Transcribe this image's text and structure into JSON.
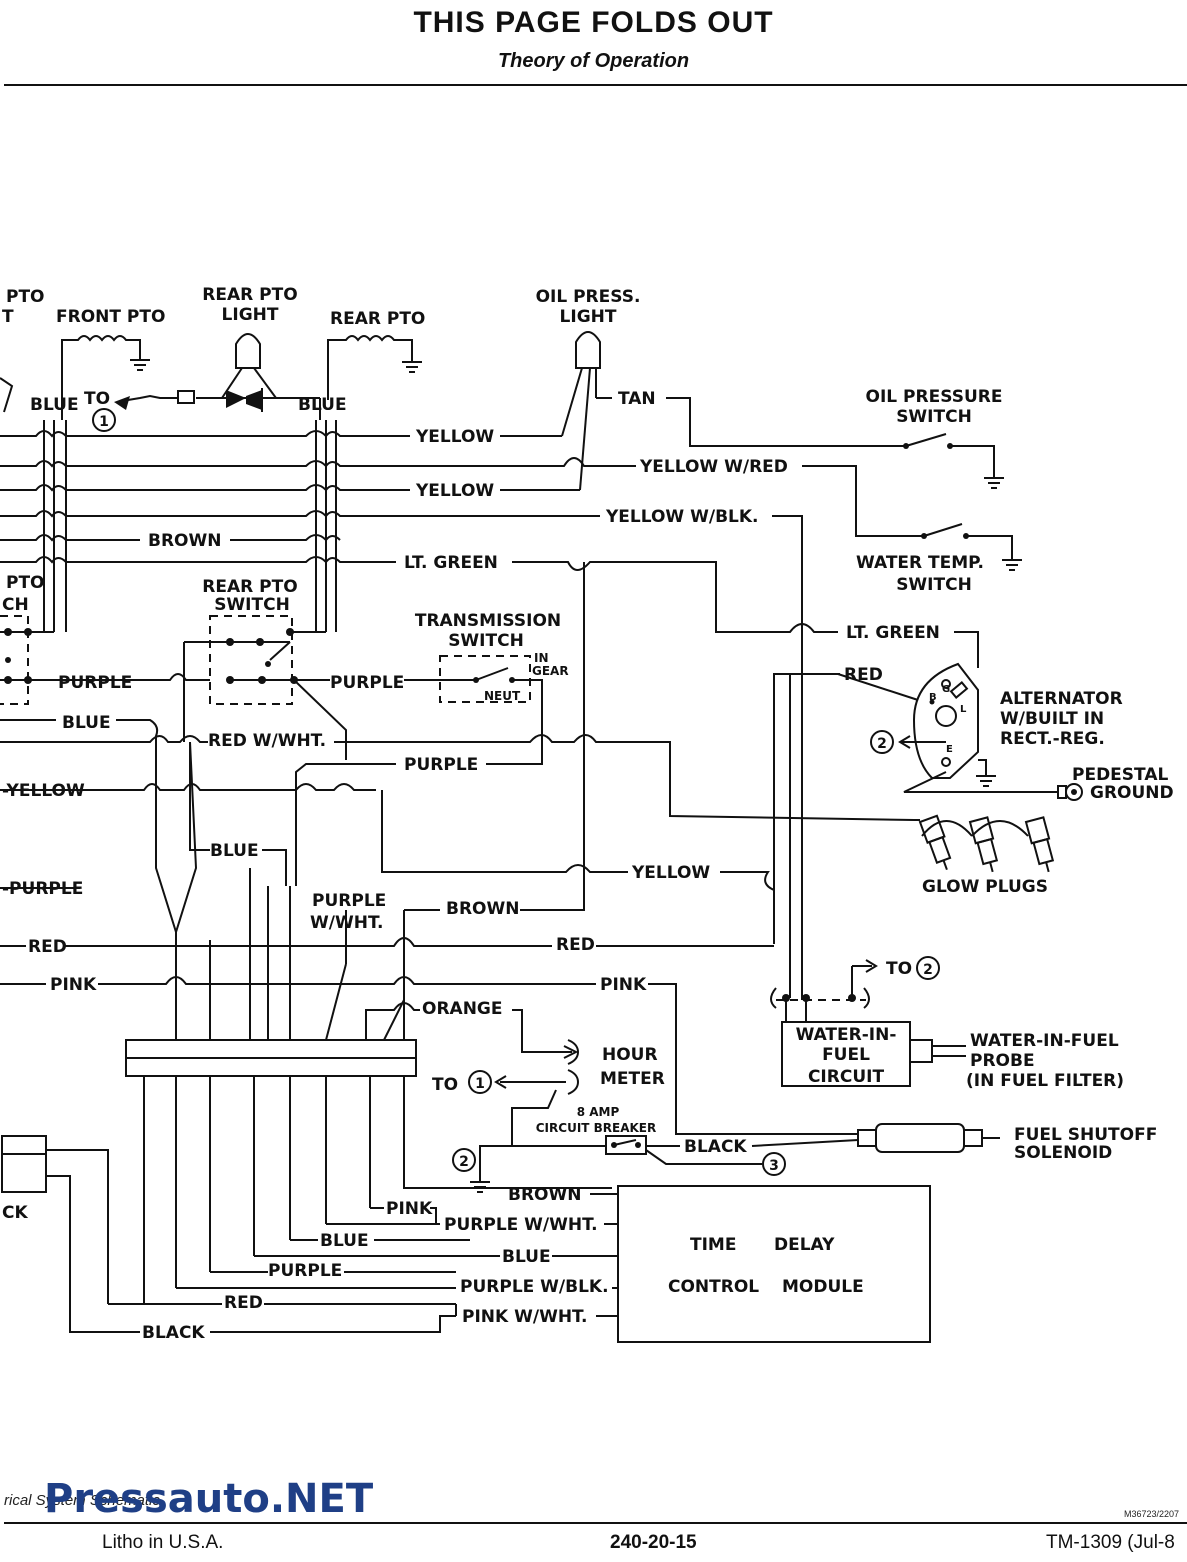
{
  "header": {
    "title": "THIS PAGE FOLDS OUT",
    "subtitle": "Theory of Operation"
  },
  "components": {
    "front_pto_left": "PTO",
    "front_pto_left2": "T",
    "front_pto": "FRONT PTO",
    "rear_pto_light_1": "REAR PTO",
    "rear_pto_light_2": "LIGHT",
    "rear_pto": "REAR PTO",
    "oil_press_light_1": "OIL PRESS.",
    "oil_press_light_2": "LIGHT",
    "oil_pressure_switch_1": "OIL PRESSURE",
    "oil_pressure_switch_2": "SWITCH",
    "water_temp_switch_1": "WATER TEMP.",
    "water_temp_switch_2": "SWITCH",
    "pto_switch_left_1": "PTO",
    "pto_switch_left_2": "CH",
    "rear_pto_switch_1": "REAR PTO",
    "rear_pto_switch_2": "SWITCH",
    "transmission_switch_1": "TRANSMISSION",
    "transmission_switch_2": "SWITCH",
    "in_gear_1": "IN",
    "in_gear_2": "GEAR",
    "neut": "NEUT",
    "alternator_1": "ALTERNATOR",
    "alternator_2": "W/BUILT IN",
    "alternator_3": "RECT.-REG.",
    "pedestal_ground_1": "PEDESTAL",
    "pedestal_ground_2": "GROUND",
    "glow_plugs": "GLOW PLUGS",
    "water_in_fuel_circuit_1": "WATER-IN-",
    "water_in_fuel_circuit_2": "FUEL",
    "water_in_fuel_circuit_3": "CIRCUIT",
    "water_in_fuel_probe_1": "WATER-IN-FUEL",
    "water_in_fuel_probe_2": "PROBE",
    "water_in_fuel_probe_3": "(IN FUEL FILTER)",
    "hour_meter_1": "HOUR",
    "hour_meter_2": "METER",
    "circuit_breaker_1": "8 AMP",
    "circuit_breaker_2": "CIRCUIT BREAKER",
    "fuel_shutoff_1": "FUEL SHUTOFF",
    "fuel_shutoff_2": "SOLENOID",
    "time_delay_1": "TIME",
    "time_delay_2": "DELAY",
    "control_module_1": "CONTROL",
    "control_module_2": "MODULE",
    "bottom_left": "CK",
    "to": "TO",
    "alt_b": "B",
    "alt_g": "G",
    "alt_l": "L",
    "alt_e": "E"
  },
  "callouts": {
    "one": "1",
    "two": "2",
    "three": "3"
  },
  "wires": {
    "blue_left": "BLUE",
    "blue_right": "BLUE",
    "tan": "TAN",
    "yellow_1": "YELLOW",
    "yellow_w_red": "YELLOW W/RED",
    "yellow_2": "YELLOW",
    "yellow_w_blk": "YELLOW W/BLK.",
    "brown_1": "BROWN",
    "lt_green_1": "LT. GREEN",
    "lt_green_2": "LT. GREEN",
    "red_alt": "RED",
    "purple_1": "PURPLE",
    "purple_2": "PURPLE",
    "blue_2": "BLUE",
    "red_w_wht": "RED W/WHT.",
    "purple_3": "PURPLE",
    "yellow_left": "-YELLOW",
    "blue_3": "BLUE",
    "yellow_3": "YELLOW",
    "purple_left": "-PURPLE",
    "purple_w_wht_1": "PURPLE",
    "purple_w_wht_2": "W/WHT.",
    "brown_2": "BROWN",
    "red_left": "RED",
    "red_2": "RED",
    "pink_left": "PINK",
    "pink_2": "PINK",
    "orange": "ORANGE",
    "black_1": "BLACK",
    "brown_3": "BROWN",
    "pink_3": "PINK",
    "purple_w_wht_3": "PURPLE W/WHT.",
    "blue_4": "BLUE",
    "blue_5": "BLUE",
    "purple_4": "PURPLE",
    "purple_w_blk": "PURPLE W/BLK.",
    "red_3": "RED",
    "pink_w_wht": "PINK W/WHT.",
    "black_2": "BLACK"
  },
  "footer": {
    "caption": "rical System Schematic",
    "left": "Litho in U.S.A.",
    "center": "240-20-15",
    "right": "TM-1309 (Jul-8",
    "figure_no": "M36723/2207"
  },
  "watermark": "Pressauto.NET"
}
